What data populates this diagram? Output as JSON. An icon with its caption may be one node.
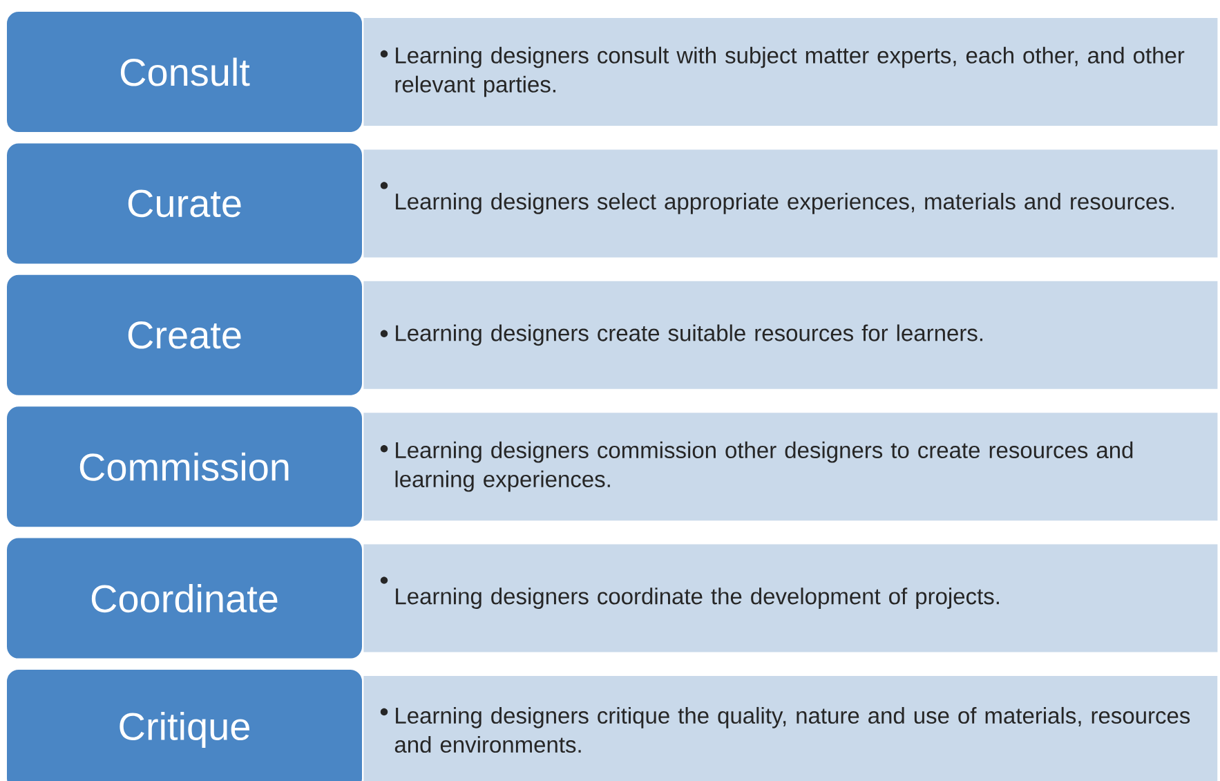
{
  "diagram": {
    "nodes": [
      {
        "text": [
          "Consult"
        ]
      },
      {
        "text": [
          "Learning designers consult with subject matter experts, each other, and other relevant parties."
        ]
      },
      {
        "text": [
          "Curate"
        ]
      },
      {
        "text": [
          "Learning designers select appropriate experiences, materials and resources."
        ]
      },
      {
        "text": [
          "Create"
        ]
      },
      {
        "text": [
          "Learning designers create suitable resources for learners."
        ]
      },
      {
        "text": [
          "Commission"
        ]
      },
      {
        "text": [
          "Learning designers commission other designers to create resources and learning experiences."
        ]
      },
      {
        "text": [
          "Coordinate"
        ]
      },
      {
        "text": [
          "Learning designers coordinate the development of projects."
        ]
      },
      {
        "text": [
          "Critique"
        ]
      },
      {
        "text": [
          "Learning designers critique the quality, nature and use of materials, resources and environments."
        ]
      }
    ]
  }
}
